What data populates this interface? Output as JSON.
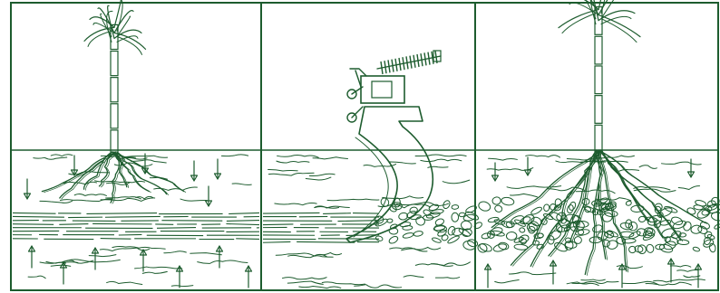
{
  "colors": {
    "ink": "#1d5c2e",
    "background": "#ffffff"
  },
  "panels": [
    {
      "id": "compacted-soil",
      "icons": [
        "plant-icon",
        "compacted-layer-icon",
        "soil-arrow-icon"
      ]
    },
    {
      "id": "subsoiler-action",
      "icons": [
        "subsoiler-shank-icon",
        "compression-spring-icon",
        "compacted-layer-icon",
        "broken-soil-icon"
      ]
    },
    {
      "id": "loosened-soil",
      "icons": [
        "plant-icon",
        "broken-soil-icon",
        "deep-roots-icon"
      ]
    }
  ]
}
